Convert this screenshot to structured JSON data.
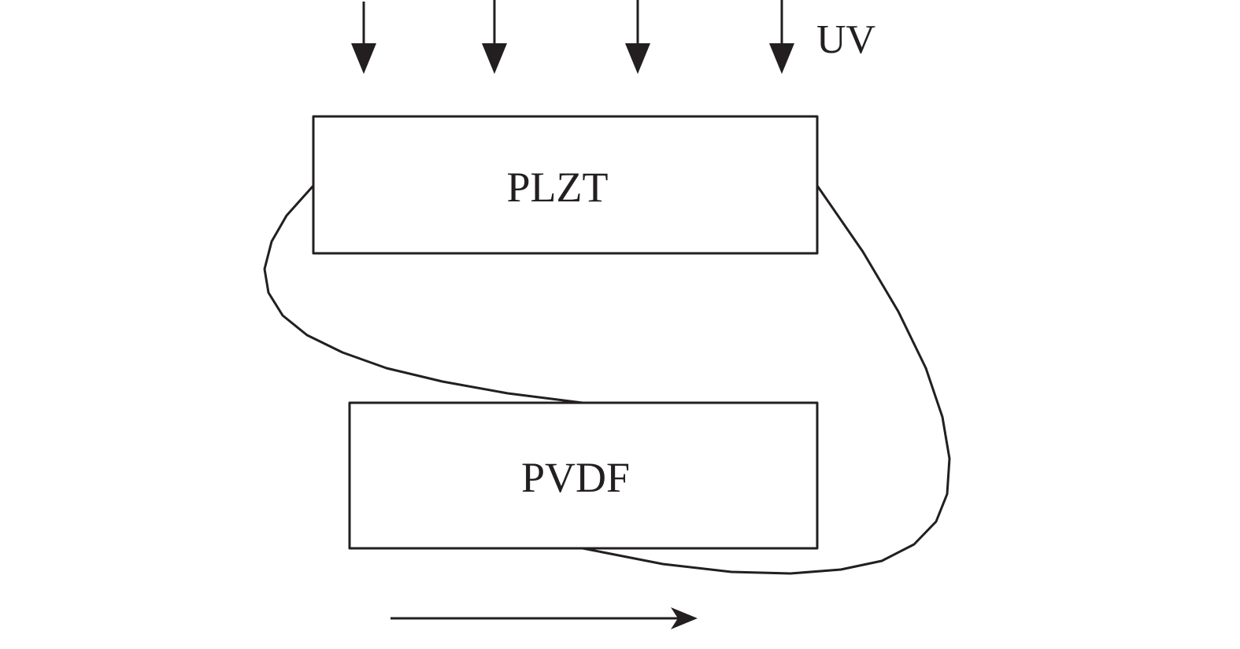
{
  "labels": {
    "uv": "UV",
    "top_layer": "PLZT",
    "bottom_layer": "PVDF"
  },
  "colors": {
    "line": "#231f20",
    "background": "#ffffff"
  }
}
